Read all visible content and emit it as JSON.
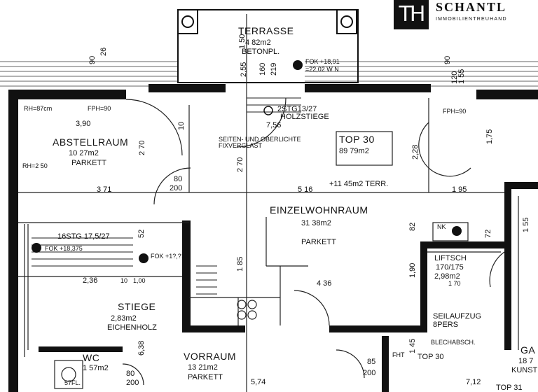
{
  "logo": {
    "mark": "TH",
    "name": "SCHANTL",
    "tagline": "IMMOBILIENTREUHAND"
  },
  "rooms": {
    "terrasse": {
      "name": "TERRASSE",
      "area": "4 82m2",
      "floor": "BETONPL."
    },
    "abstellraum": {
      "name": "ABSTELLRAUM",
      "area": "10 27m2",
      "floor": "PARKETT"
    },
    "einzelwohnraum": {
      "name": "EINZELWOHNRAUM",
      "area": "31 38m2",
      "floor": "PARKETT"
    },
    "stiege": {
      "name": "STIEGE",
      "area": "2,83m2",
      "floor": "EICHENHOLZ"
    },
    "vorraum": {
      "name": "VORRAUM",
      "area": "13 21m2",
      "floor": "PARKETT"
    },
    "wc": {
      "name": "WC",
      "area": "1 57m2"
    },
    "lift": {
      "name": "LIFTSCH",
      "dims": "170/175",
      "area": "2,98m2",
      "dim2": "1 70",
      "lift_label": "SEILAUFZUG",
      "lift_cap": "8PERS"
    },
    "ga": {
      "name": "GA",
      "area": "18 7",
      "floor": "KUNST"
    }
  },
  "unit": {
    "name": "TOP 30",
    "area": "89 79m2",
    "terrace": "+11 45m2 TERR."
  },
  "annotations": {
    "fok1": "FOK +18,91",
    "fok1b": "=22,02 W N",
    "fok2": "FOK +18,375",
    "fok3": "FOK +1?,?1",
    "stg1": "2STG13/27",
    "stg1b": "HOLZSTIEGE",
    "stg2": "16STG 17,5/27",
    "rh87": "RH=87cm",
    "rh250": "RH=2 50",
    "fph1": "FPH=90",
    "fph2": "FPH=90",
    "glass1": "SEITEN- UND OBERLICHTE",
    "glass2": "FIXVERGLAST",
    "nk": "NK",
    "fht": "FHT",
    "blech": "BLECHABSCH.",
    "top30b": "TOP 30",
    "top31": "TOP 31",
    "wc_fl": "57FL.",
    "deck": "TOP 30"
  },
  "dims": {
    "d150": "1 50",
    "d160": "160",
    "d219": "219",
    "d255": "2,55",
    "d90": "90",
    "d26": "26",
    "d390": "3,90",
    "d270": "2 70",
    "d270b": "2 70",
    "d371": "3 71",
    "d516": "5 16",
    "d195": "1 95",
    "d756": "7,56",
    "d228": "2,28",
    "d175": "1,75",
    "d80": "80",
    "d200": "200",
    "d236": "2,36",
    "d10": "10",
    "d100": "1,00",
    "d185": "1 85",
    "d436": "4 36",
    "d190": "1,90",
    "d82": "82",
    "d638": "6,38",
    "d574": "5,74",
    "d712": "7,12",
    "d85": "85",
    "d200b": "200",
    "d145": "1 45",
    "d80b": "80",
    "d200c": "200",
    "d90b": "90",
    "d120": "120",
    "d155": "1 55",
    "d155b": "1 55",
    "d52": "52",
    "d72": "72",
    "d10b": "10"
  }
}
